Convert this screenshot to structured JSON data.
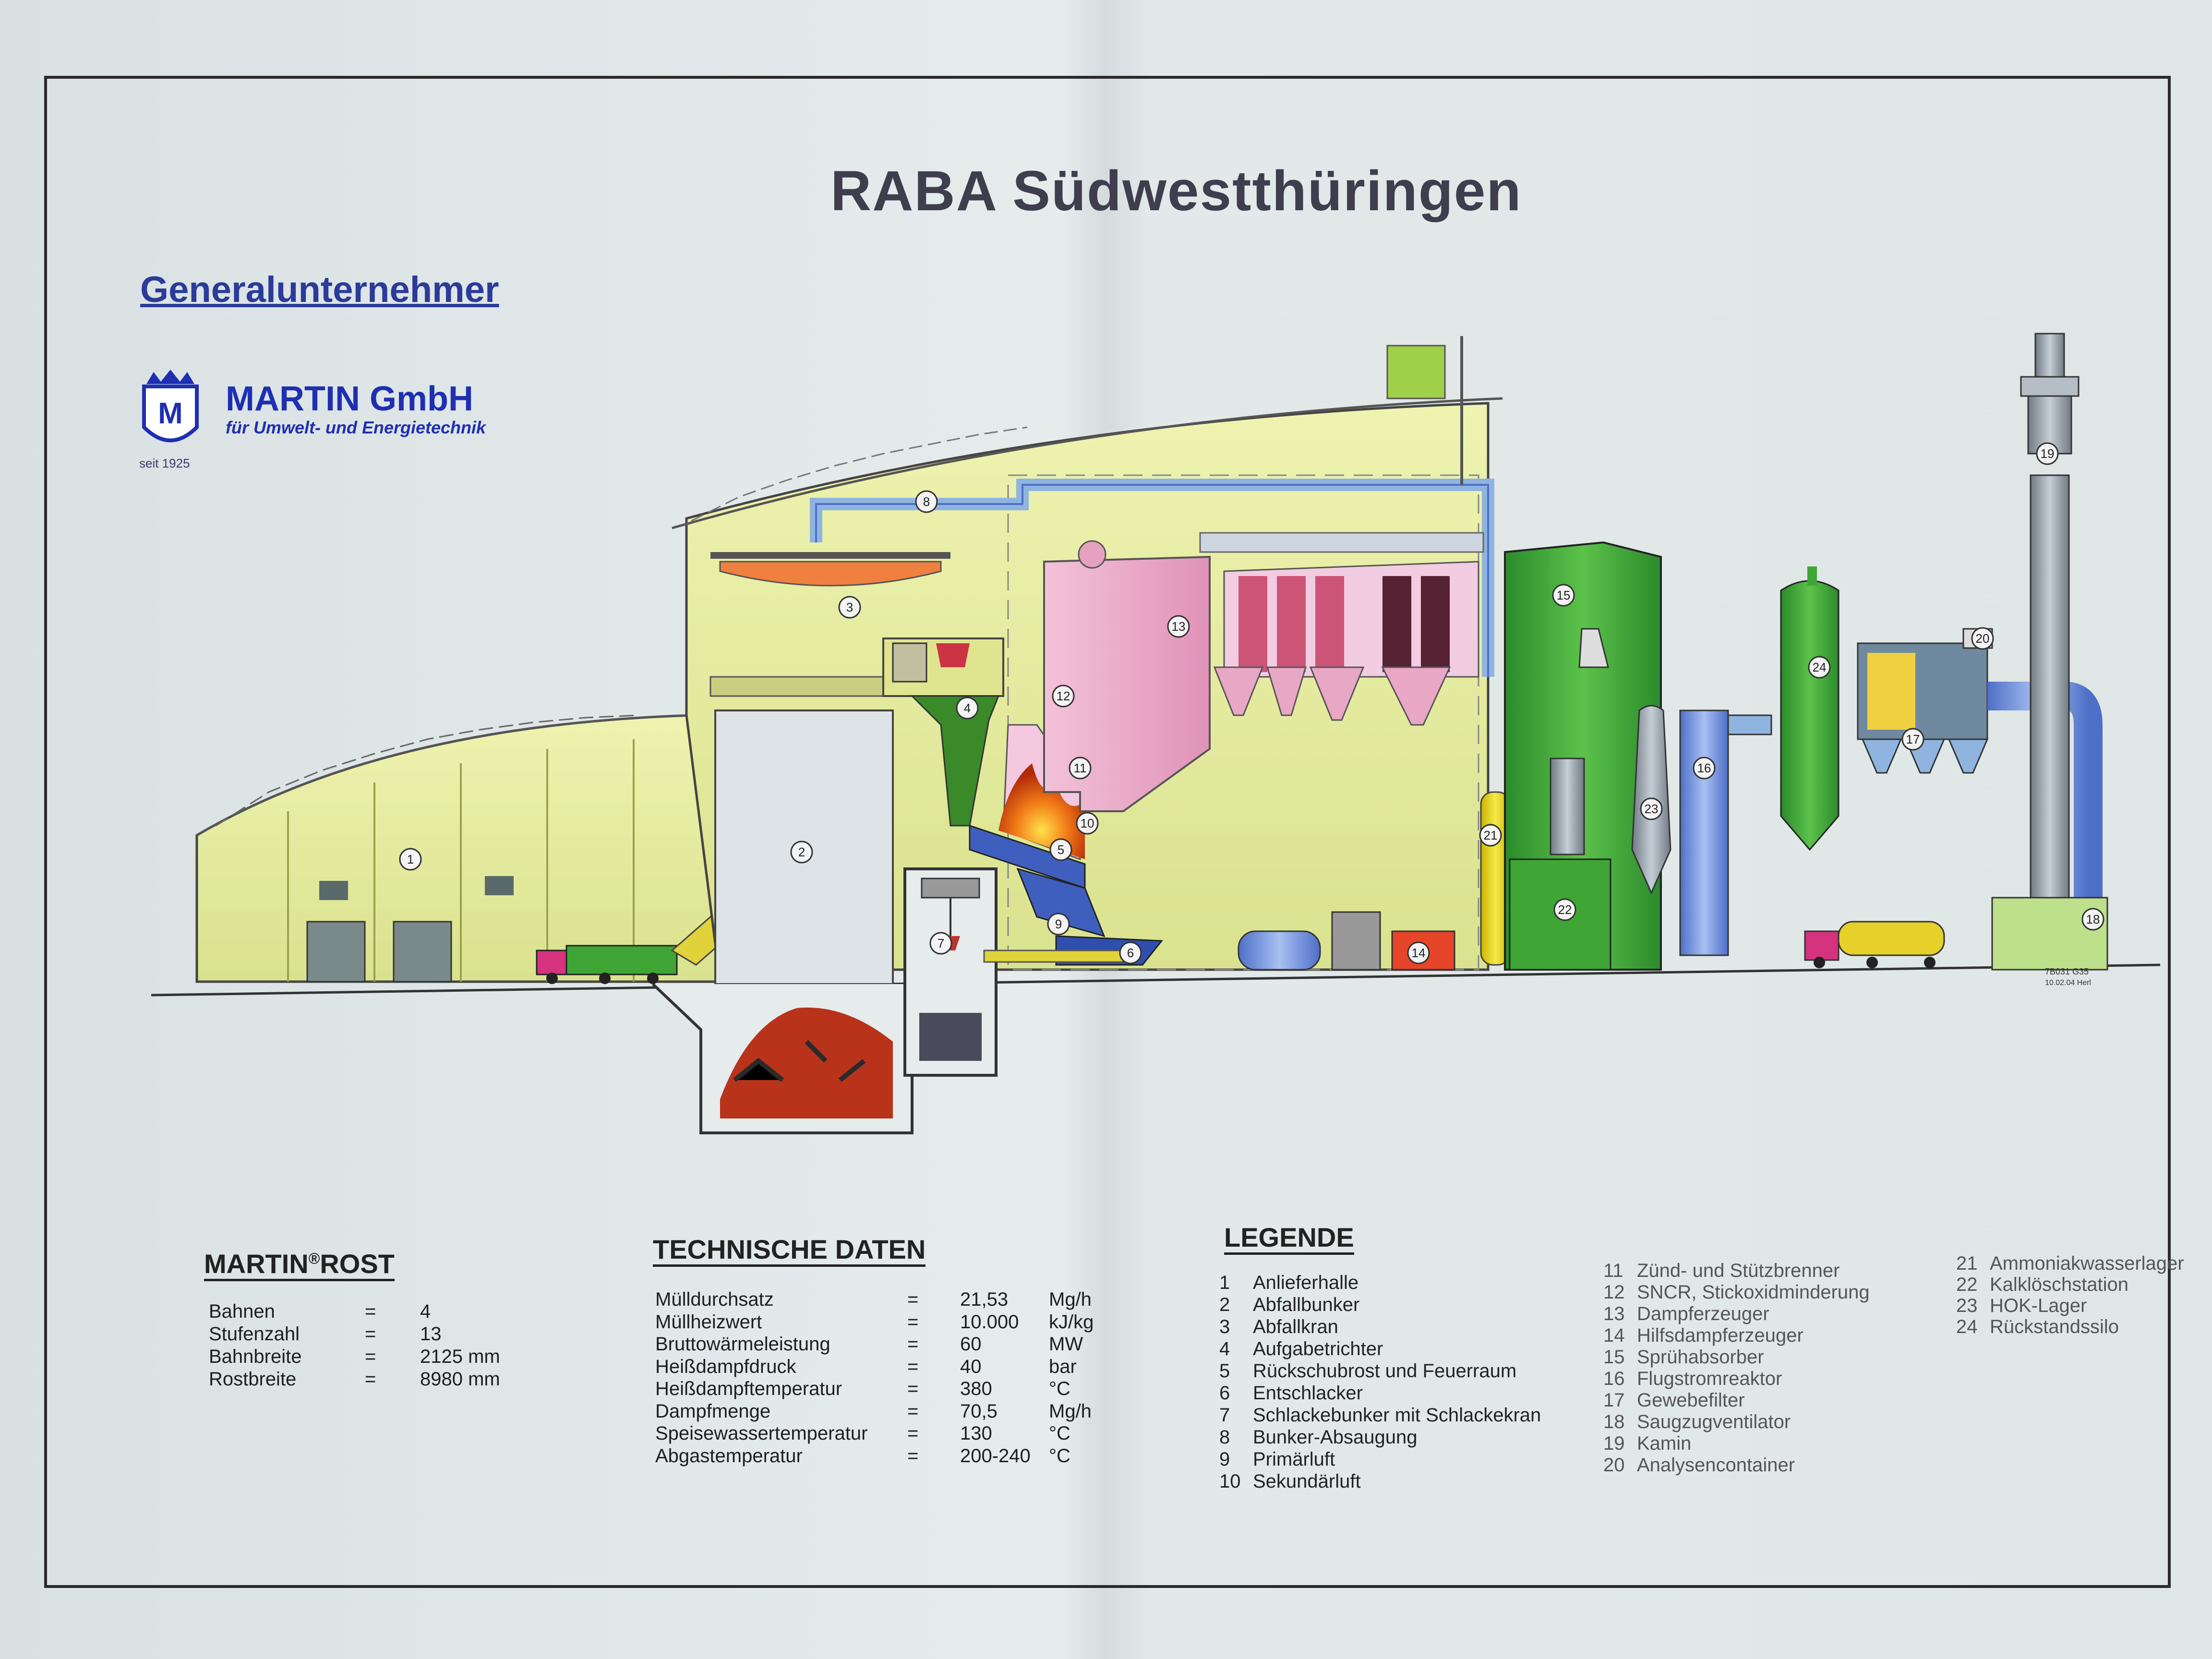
{
  "title": "RABA Südwestthüringen",
  "contractor_heading": "Generalunternehmer",
  "logo": {
    "name": "MARTIN GmbH",
    "subtitle": "für Umwelt- und Energietechnik",
    "since": "seit 1925",
    "badge_letter": "M"
  },
  "drawing": {
    "number": "7B031 G35",
    "date": "10.02.04 Herl",
    "callouts": [
      "1",
      "2",
      "3",
      "4",
      "5",
      "6",
      "7",
      "8",
      "9",
      "10",
      "11",
      "12",
      "13",
      "14",
      "15",
      "16",
      "17",
      "18",
      "19",
      "20",
      "21",
      "22",
      "23",
      "24"
    ]
  },
  "martin_rost": {
    "heading_a": "MARTIN",
    "heading_sup": "®",
    "heading_b": "ROST",
    "rows": [
      {
        "label": "Bahnen",
        "eq": "=",
        "value": "4"
      },
      {
        "label": "Stufenzahl",
        "eq": "=",
        "value": "13"
      },
      {
        "label": "Bahnbreite",
        "eq": "=",
        "value": "2125 mm"
      },
      {
        "label": "Rostbreite",
        "eq": "=",
        "value": "8980 mm"
      }
    ]
  },
  "technische_daten": {
    "heading": "TECHNISCHE DATEN",
    "rows": [
      {
        "label": "Mülldurchsatz",
        "eq": "=",
        "value": "21,53",
        "unit": "Mg/h"
      },
      {
        "label": "Müllheizwert",
        "eq": "=",
        "value": "10.000",
        "unit": "kJ/kg"
      },
      {
        "label": "Bruttowärmeleistung",
        "eq": "=",
        "value": "60",
        "unit": "MW"
      },
      {
        "label": "Heißdampfdruck",
        "eq": "=",
        "value": "40",
        "unit": "bar"
      },
      {
        "label": "Heißdampftemperatur",
        "eq": "=",
        "value": "380",
        "unit": "°C"
      },
      {
        "label": "Dampfmenge",
        "eq": "=",
        "value": "70,5",
        "unit": "Mg/h"
      },
      {
        "label": "Speisewassertemperatur",
        "eq": "=",
        "value": "130",
        "unit": "°C"
      },
      {
        "label": "Abgastemperatur",
        "eq": "=",
        "value": "200-240",
        "unit": "°C"
      }
    ]
  },
  "legende": {
    "heading": "LEGENDE",
    "col1": [
      {
        "n": "1",
        "text": "Anlieferhalle"
      },
      {
        "n": "2",
        "text": "Abfallbunker"
      },
      {
        "n": "3",
        "text": "Abfallkran"
      },
      {
        "n": "4",
        "text": "Aufgabetrichter"
      },
      {
        "n": "5",
        "text": "Rückschubrost und Feuerraum"
      },
      {
        "n": "6",
        "text": "Entschlacker"
      },
      {
        "n": "7",
        "text": "Schlackebunker mit Schlackekran"
      },
      {
        "n": "8",
        "text": "Bunker-Absaugung"
      },
      {
        "n": "9",
        "text": "Primärluft"
      },
      {
        "n": "10",
        "text": "Sekundärluft"
      }
    ],
    "col2": [
      {
        "n": "11",
        "text": "Zünd- und Stützbrenner"
      },
      {
        "n": "12",
        "text": "SNCR, Stickoxidminderung"
      },
      {
        "n": "13",
        "text": "Dampferzeuger"
      },
      {
        "n": "14",
        "text": "Hilfsdampferzeuger"
      },
      {
        "n": "15",
        "text": "Sprühabsorber"
      },
      {
        "n": "16",
        "text": "Flugstromreaktor"
      },
      {
        "n": "17",
        "text": "Gewebefilter"
      },
      {
        "n": "18",
        "text": "Saugzugventilator"
      },
      {
        "n": "19",
        "text": "Kamin"
      },
      {
        "n": "20",
        "text": "Analysencontainer"
      }
    ],
    "col3": [
      {
        "n": "21",
        "text": "Ammoniakwasserlager"
      },
      {
        "n": "22",
        "text": "Kalklöschstation"
      },
      {
        "n": "23",
        "text": "HOK-Lager"
      },
      {
        "n": "24",
        "text": "Rückstandssilo"
      }
    ]
  },
  "colors": {
    "building": "#e8eda0",
    "boiler": "#e9a7c6",
    "green_equipment": "#3fa535",
    "blue_equipment": "#6f8fd8",
    "duct": "#8fb4e0",
    "fire": "#f27a17",
    "logo_blue": "#1f2fb2"
  }
}
